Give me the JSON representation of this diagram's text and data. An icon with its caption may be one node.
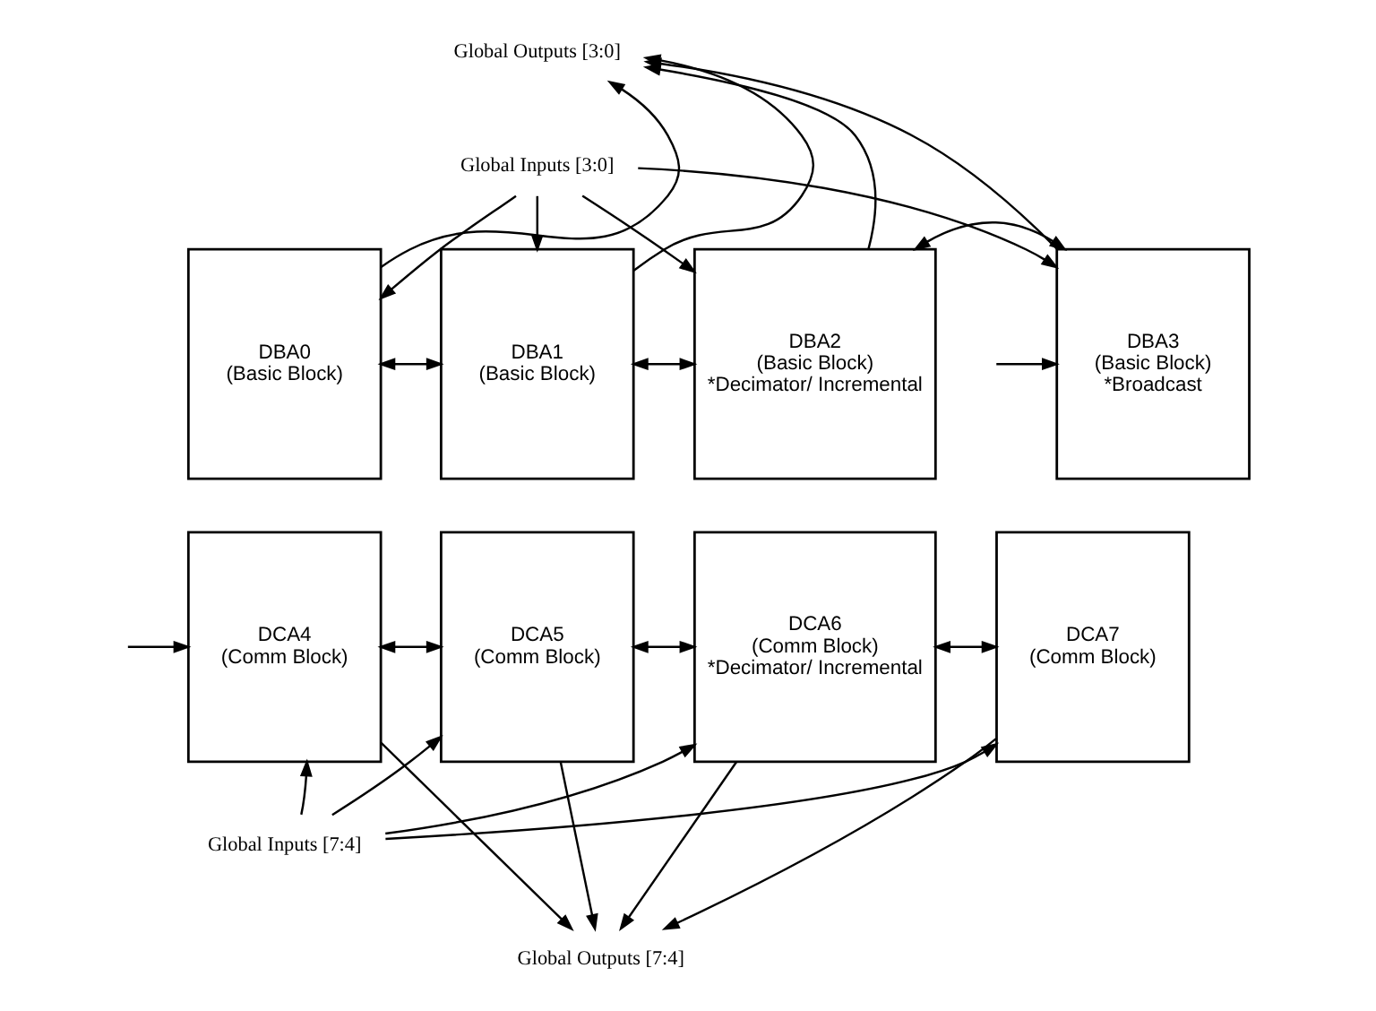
{
  "diagram": {
    "nodes": [
      {
        "text": [
          "Global Outputs [3:0]"
        ]
      },
      {
        "text": [
          "Global Inputs [3:0]"
        ]
      },
      {
        "text": [
          "DBA0",
          "(Basic Block)"
        ]
      },
      {
        "text": [
          "DBA1",
          "(Basic Block)"
        ]
      },
      {
        "text": [
          "DBA2",
          "(Basic Block)",
          "*Decimator/ Incremental"
        ]
      },
      {
        "text": [
          "DBA3",
          "(Basic Block)",
          "*Broadcast"
        ]
      },
      {
        "text": [
          "DCA4",
          "(Comm Block)"
        ]
      },
      {
        "text": [
          "DCA5",
          "(Comm Block)"
        ]
      },
      {
        "text": [
          "DCA6",
          "(Comm Block)",
          "*Decimator/ Incremental"
        ]
      },
      {
        "text": [
          "DCA7",
          "(Comm Block)"
        ]
      },
      {
        "text": [
          "Global Inputs [7:4]"
        ]
      },
      {
        "text": [
          "Global Outputs [7:4]"
        ]
      }
    ],
    "edges": [
      {
        "from": 1,
        "to": 2,
        "arrow": "to"
      },
      {
        "from": 2,
        "to": 0,
        "arrow": "to"
      },
      {
        "from": 1,
        "to": 3,
        "arrow": "to"
      },
      {
        "from": 3,
        "to": 0,
        "arrow": "to"
      },
      {
        "from": 1,
        "to": 4,
        "arrow": "to"
      },
      {
        "from": 4,
        "to": 0,
        "arrow": "to"
      },
      {
        "from": 1,
        "to": 5,
        "arrow": "to"
      },
      {
        "from": 5,
        "to": 0,
        "arrow": "to"
      },
      {
        "from": 2,
        "to": 3,
        "arrow": "both"
      },
      {
        "from": 3,
        "to": 4,
        "arrow": "both"
      },
      {
        "from": 4,
        "to": 5,
        "arrow": "both"
      },
      {
        "from": null,
        "to": 5,
        "arrow": "to"
      },
      {
        "from": null,
        "to": 6,
        "arrow": "to"
      },
      {
        "from": 6,
        "to": 7,
        "arrow": "both"
      },
      {
        "from": 7,
        "to": 8,
        "arrow": "both"
      },
      {
        "from": 8,
        "to": 9,
        "arrow": "both"
      },
      {
        "from": 10,
        "to": 6,
        "arrow": "to"
      },
      {
        "from": 6,
        "to": 11,
        "arrow": "to"
      },
      {
        "from": 10,
        "to": 7,
        "arrow": "to"
      },
      {
        "from": 7,
        "to": 11,
        "arrow": "to"
      },
      {
        "from": 10,
        "to": 8,
        "arrow": "to"
      },
      {
        "from": 8,
        "to": 11,
        "arrow": "to"
      },
      {
        "from": 10,
        "to": 9,
        "arrow": "to"
      },
      {
        "from": 9,
        "to": 11,
        "arrow": "to"
      }
    ]
  }
}
